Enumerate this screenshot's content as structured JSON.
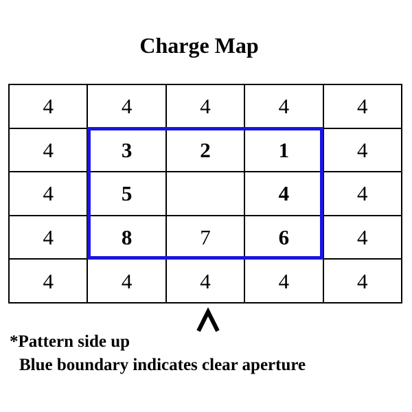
{
  "title": "Charge Map",
  "grid": [
    [
      "4",
      "4",
      "4",
      "4",
      "4"
    ],
    [
      "4",
      "3",
      "2",
      "1",
      "4"
    ],
    [
      "4",
      "5",
      "",
      "4",
      "4"
    ],
    [
      "4",
      "8",
      "7",
      "6",
      "4"
    ],
    [
      "4",
      "4",
      "4",
      "4",
      "4"
    ]
  ],
  "aperture_color": "#1a14e0",
  "arrow_icon": "caret-up-icon",
  "notes": {
    "line1": "*Pattern side up",
    "line2": "Blue boundary indicates clear aperture"
  }
}
